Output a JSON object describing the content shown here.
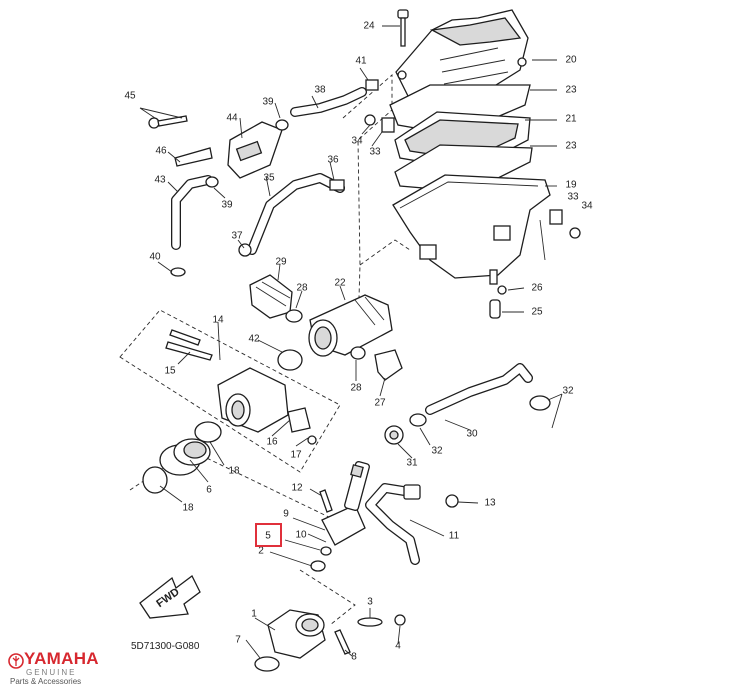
{
  "diagram": {
    "code": "5D71300-G080",
    "direction_label": "FWD",
    "highlighted_callout": "5",
    "callouts": [
      "1",
      "2",
      "3",
      "4",
      "5",
      "6",
      "7",
      "8",
      "9",
      "10",
      "11",
      "12",
      "13",
      "14",
      "15",
      "16",
      "17",
      "18",
      "18",
      "19",
      "20",
      "21",
      "22",
      "23",
      "23",
      "24",
      "25",
      "26",
      "27",
      "28",
      "28",
      "29",
      "30",
      "31",
      "32",
      "32",
      "33",
      "33",
      "34",
      "34",
      "35",
      "36",
      "37",
      "38",
      "39",
      "39",
      "40",
      "41",
      "42",
      "43",
      "44",
      "45",
      "46"
    ]
  },
  "brand": {
    "name": "YAMAHA",
    "tagline1": "GENUINE",
    "tagline2": "Parts & Accessories",
    "color": "#d7282f"
  },
  "highlight_color": "#e0303b"
}
